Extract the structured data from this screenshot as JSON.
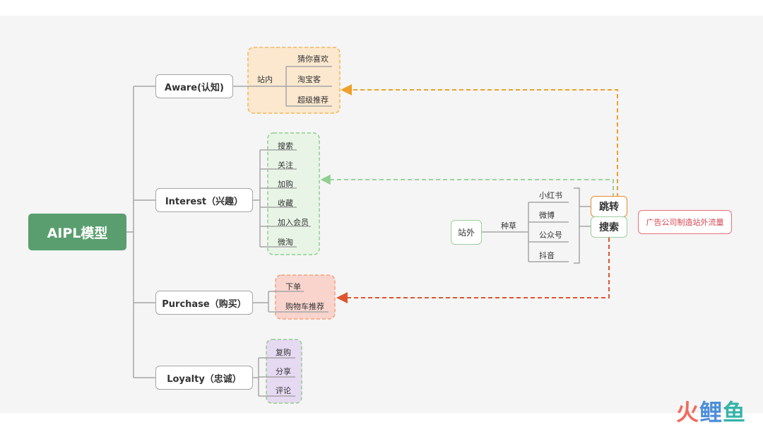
{
  "root": {
    "label": "AIPL模型"
  },
  "stages": [
    {
      "label": "Aware(认知)",
      "mid_label": "站内",
      "items": [
        "猜你喜欢",
        "淘宝客",
        "超级推荐"
      ],
      "group_color": "#f5b65c",
      "group_fill": "#fbe8cf"
    },
    {
      "label": "Interest（兴趣）",
      "items": [
        "搜索",
        "关注",
        "加购",
        "收藏",
        "加入会员",
        "微淘"
      ],
      "group_color": "#8fcf8f",
      "group_fill": "#e8f5e6"
    },
    {
      "label": "Purchase（购买）",
      "items": [
        "下单",
        "购物车推荐"
      ],
      "group_color": "#f5a07a",
      "group_fill": "#f9d4cd"
    },
    {
      "label": "Loyalty（忠诚）",
      "items": [
        "复购",
        "分享",
        "评论"
      ],
      "group_color": "#8fcf8f",
      "group_fill": "#e6d9f2"
    }
  ],
  "external": {
    "source_label": "站外",
    "mid_label": "种草",
    "channels": [
      "小红书",
      "微博",
      "公众号",
      "抖音"
    ],
    "jump_label": "跳转",
    "search_label": "搜索",
    "ad_label": "广告公司制造站外流量"
  },
  "arrow_colors": {
    "aware": "#f0a02a",
    "interest": "#8fcf8f",
    "purchase": "#e0542e"
  },
  "watermark": {
    "part1": "火",
    "part2": "鲤",
    "part3": "鱼"
  }
}
